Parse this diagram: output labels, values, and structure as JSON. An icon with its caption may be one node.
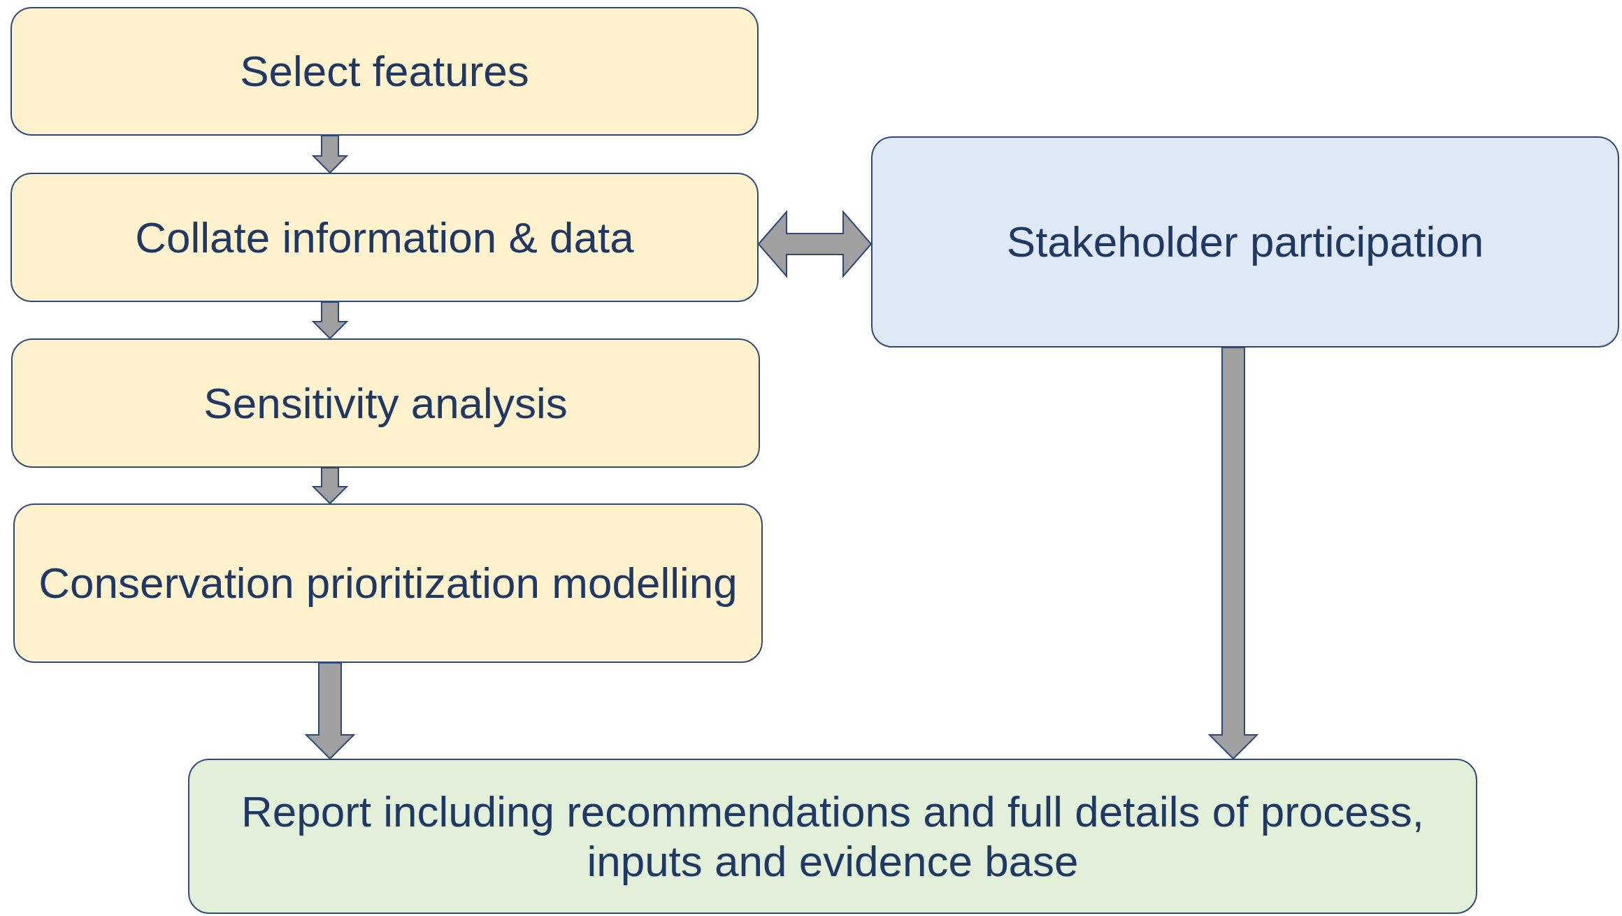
{
  "diagram": {
    "nodes": [
      {
        "text": [
          "Select features"
        ]
      },
      {
        "text": [
          "Collate information & data"
        ]
      },
      {
        "text": [
          "Sensitivity analysis"
        ]
      },
      {
        "text": [
          "Conservation prioritization modelling"
        ]
      },
      {
        "text": [
          "Stakeholder participation"
        ]
      },
      {
        "text": [
          "Report including recommendations and full details of process, inputs and evidence base"
        ]
      }
    ],
    "edges": [
      {
        "from": 0,
        "to": 1,
        "arrow": "to"
      },
      {
        "from": 1,
        "to": 2,
        "arrow": "to"
      },
      {
        "from": 2,
        "to": 3,
        "arrow": "to"
      },
      {
        "from": 3,
        "to": 5,
        "arrow": "to"
      },
      {
        "from": 1,
        "to": 4,
        "arrow": "both"
      },
      {
        "from": 4,
        "to": 5,
        "arrow": "to"
      }
    ]
  }
}
